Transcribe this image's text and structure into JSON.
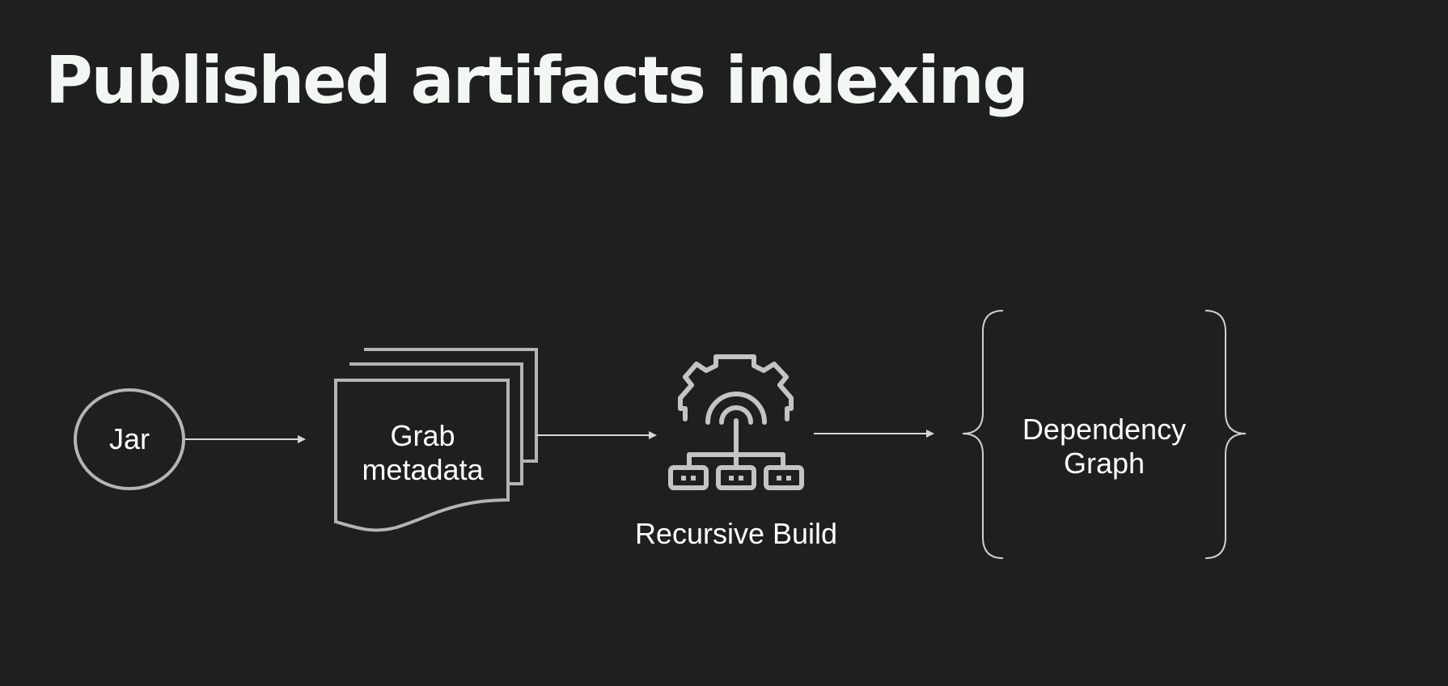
{
  "slide": {
    "title": "Published artifacts indexing"
  },
  "diagram": {
    "nodes": {
      "jar": {
        "label": "Jar"
      },
      "grab": {
        "line1": "Grab",
        "line2": "metadata"
      },
      "build": {
        "label": "Recursive Build",
        "icon": "gear-network-icon"
      },
      "graph": {
        "line1": "Dependency",
        "line2": "Graph"
      }
    },
    "colors": {
      "background": "#1f1f1f",
      "stroke": "#b4b4b4",
      "arrow": "#d6d6d6",
      "title": "#f3f7f3",
      "text": "#ffffff"
    }
  }
}
